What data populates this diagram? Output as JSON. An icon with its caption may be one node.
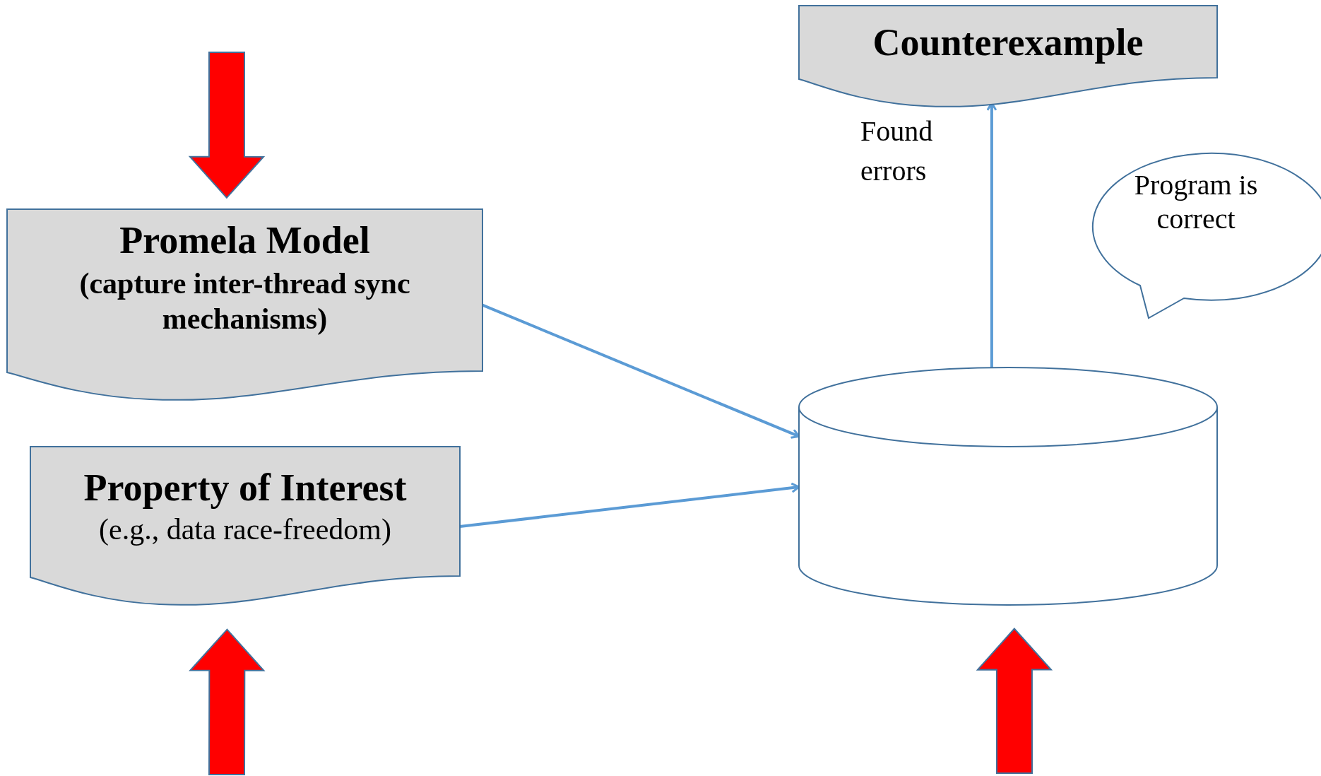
{
  "diagram": {
    "nodes": [
      {
        "text": [
          "Counterexample"
        ]
      },
      {
        "text": [
          "Program is correct"
        ]
      },
      {
        "text": [
          "Promela Model",
          "(capture inter-thread sync mechanisms)"
        ]
      },
      {
        "text": [
          "Property of Interest",
          "(e.g., data race-freedom)"
        ]
      },
      {
        "text": [],
        "shape": "cylinder"
      }
    ],
    "edges": [
      {
        "from": null,
        "to": 2,
        "arrow": "to",
        "style": "thick",
        "color": "#ff0000"
      },
      {
        "from": 2,
        "to": 4,
        "arrow": "to"
      },
      {
        "from": 3,
        "to": 4,
        "arrow": "to"
      },
      {
        "from": 4,
        "to": 0,
        "arrow": "to",
        "label": "Found errors"
      },
      {
        "from": null,
        "to": 3,
        "arrow": "to",
        "style": "thick",
        "color": "#ff0000"
      },
      {
        "from": null,
        "to": 4,
        "arrow": "to",
        "style": "thick",
        "color": "#ff0000"
      }
    ]
  }
}
